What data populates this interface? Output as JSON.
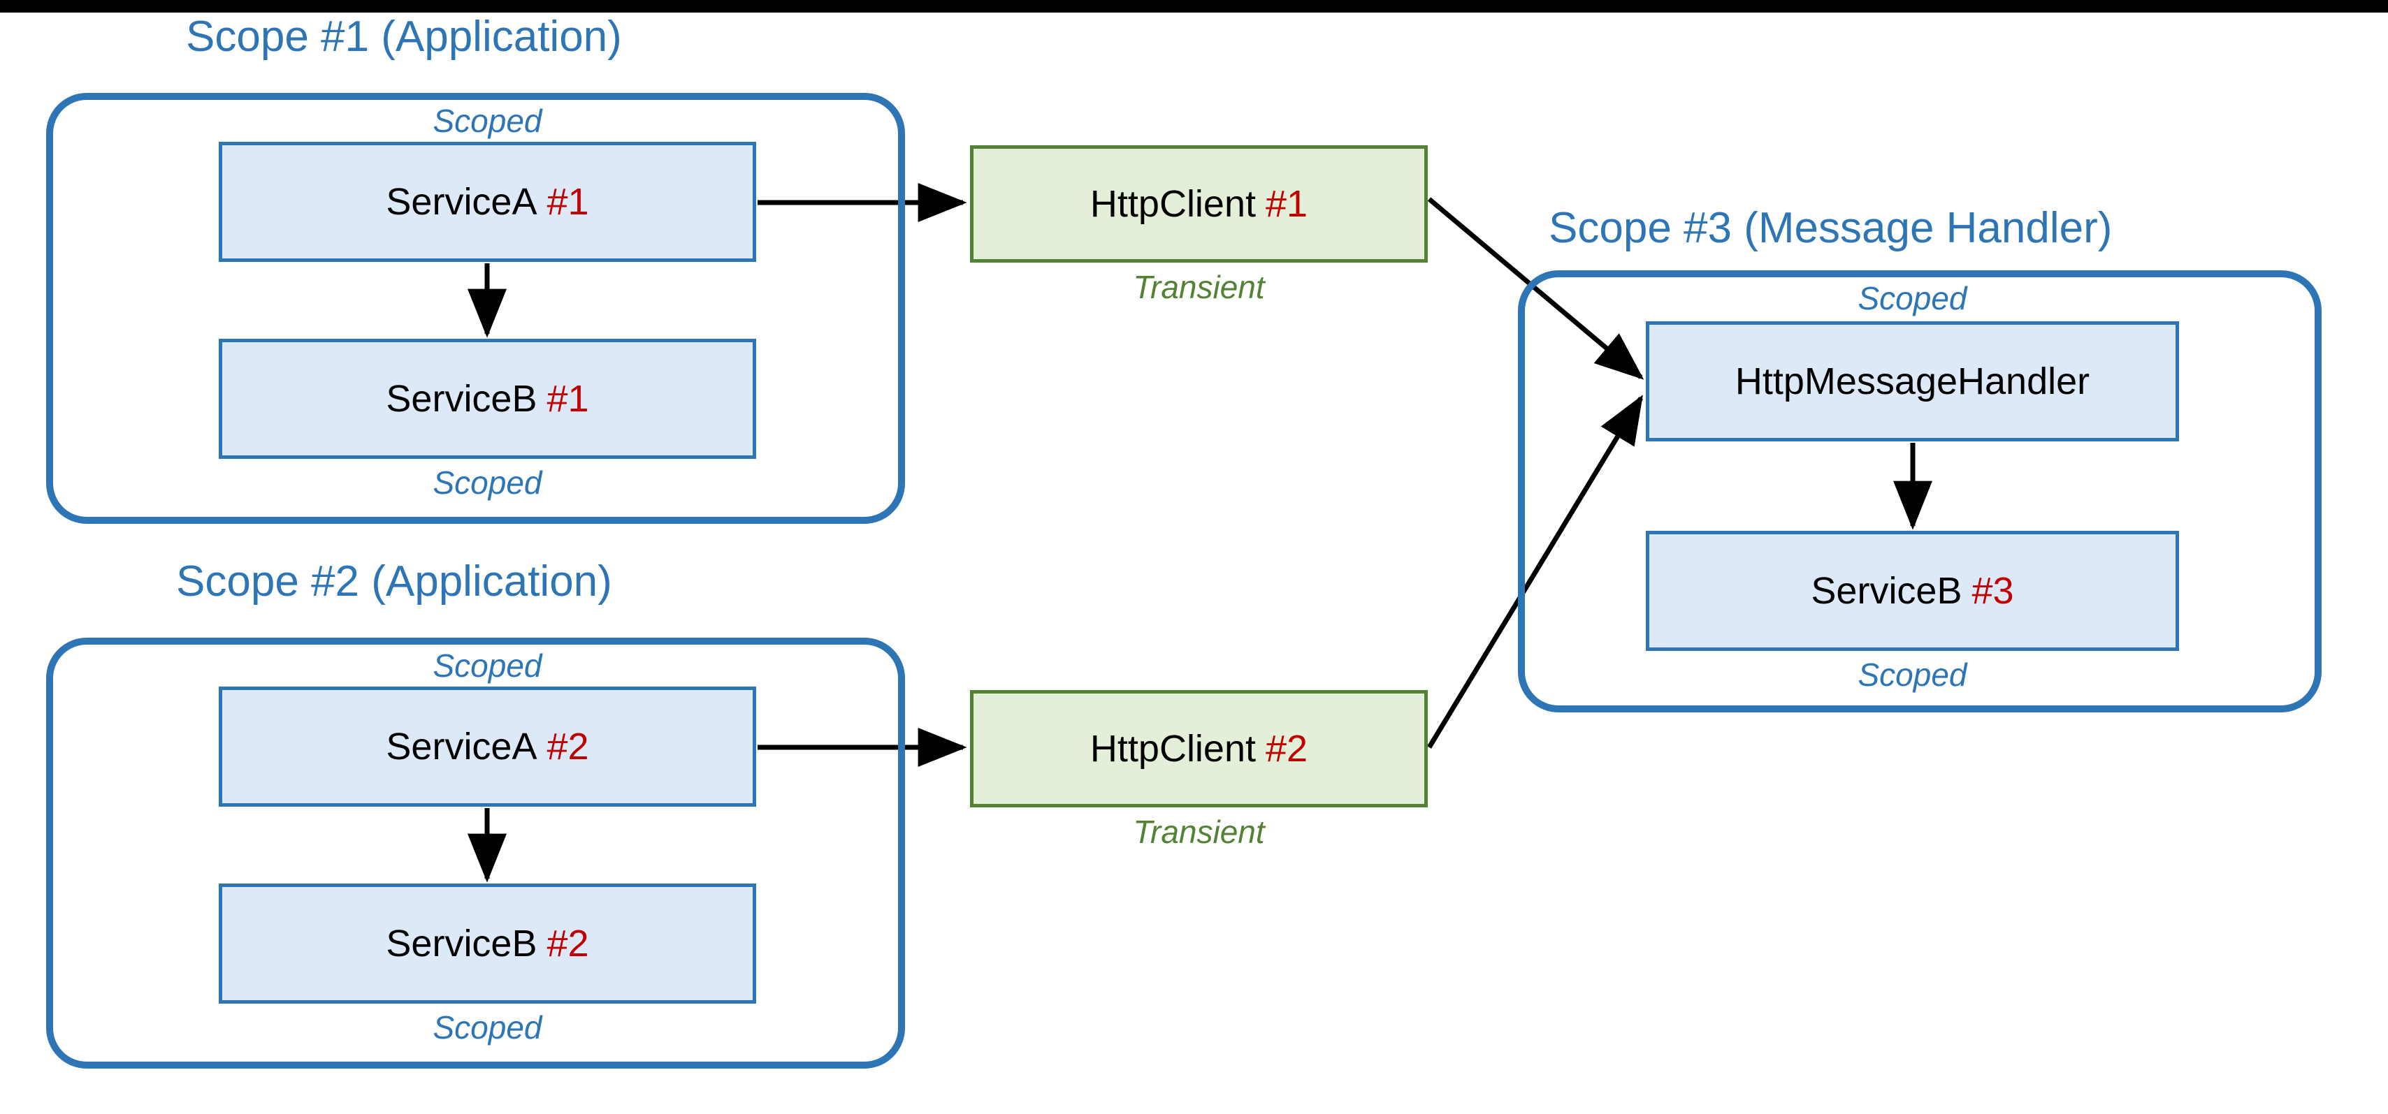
{
  "diagram": {
    "title_color": "#2e75b6",
    "accent_blue": "#2e75b6",
    "accent_green": "#548235",
    "index_red": "#c00000",
    "node_fill_blue": "#dde9f7",
    "node_fill_green": "#e3efd9"
  },
  "scopes": [
    {
      "id": "scope-1",
      "title": "Scope #1 (Application)",
      "top_caption": "Scoped",
      "bottom_caption": "Scoped",
      "nodes": [
        {
          "name": "ServiceA",
          "index": "#1"
        },
        {
          "name": "ServiceB",
          "index": "#1"
        }
      ]
    },
    {
      "id": "scope-2",
      "title": "Scope #2 (Application)",
      "top_caption": "Scoped",
      "bottom_caption": "Scoped",
      "nodes": [
        {
          "name": "ServiceA",
          "index": "#2"
        },
        {
          "name": "ServiceB",
          "index": "#2"
        }
      ]
    },
    {
      "id": "scope-3",
      "title": "Scope #3 (Message Handler)",
      "top_caption": "Scoped",
      "bottom_caption": "Scoped",
      "nodes": [
        {
          "name": "HttpMessageHandler",
          "index": ""
        },
        {
          "name": "ServiceB",
          "index": "#3"
        }
      ]
    }
  ],
  "clients": [
    {
      "id": "httpclient-1",
      "name": "HttpClient",
      "index": "#1",
      "caption": "Transient"
    },
    {
      "id": "httpclient-2",
      "name": "HttpClient",
      "index": "#2",
      "caption": "Transient"
    }
  ]
}
